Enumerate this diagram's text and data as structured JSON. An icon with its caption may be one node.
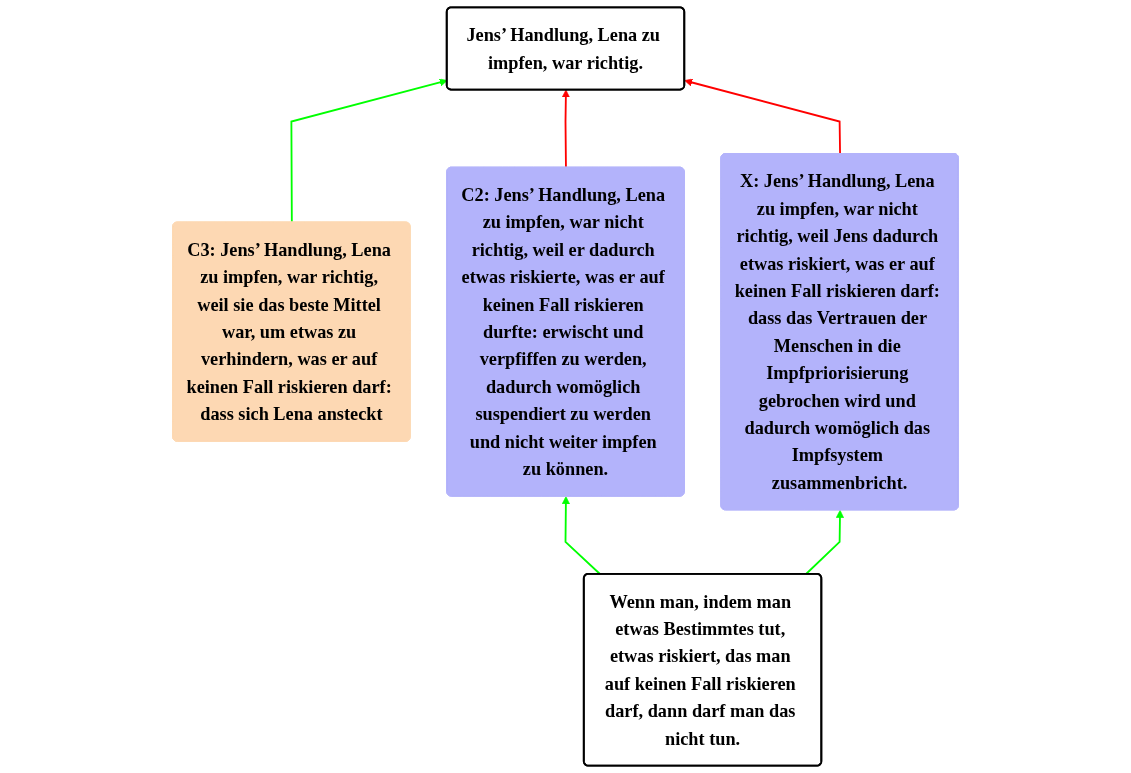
{
  "diagram": {
    "nodes": [
      {
        "text": [
          "Jens’ Handlung, Lena zu impfen, war richtig."
        ]
      },
      {
        "text": [
          "C3: Jens’ Handlung, Lena zu impfen, war richtig, weil sie das beste Mittel war, um etwas zu verhindern, was er auf keinen Fall riskieren darf: dass sich Lena ansteckt"
        ]
      },
      {
        "text": [
          "C2: Jens’ Handlung, Lena zu impfen, war nicht richtig, weil er dadurch etwas riskierte, was er auf keinen Fall riskieren durfte: erwischt und verpfiffen zu werden, dadurch womöglich suspendiert zu werden und nicht weiter impfen zu können."
        ]
      },
      {
        "text": [
          "X: Jens’ Handlung, Lena zu impfen, war nicht richtig, weil Jens dadurch etwas riskiert, was er auf keinen Fall riskieren darf: dass das Vertrauen der Menschen in die Impfpriorisierung gebrochen wird und dadurch womöglich das Impfsystem zusammenbricht."
        ]
      },
      {
        "text": [
          "Wenn man, indem man etwas Bestimmtes tut, etwas riskiert, das man auf keinen Fall riskieren darf, dann darf man das nicht tun."
        ]
      }
    ],
    "edges": [
      {
        "from": 1,
        "to": 0,
        "arrow": "to",
        "color": "#00ff00"
      },
      {
        "from": 2,
        "to": 0,
        "arrow": "to",
        "color": "#ff0000"
      },
      {
        "from": 3,
        "to": 0,
        "arrow": "to",
        "color": "#ff0000"
      },
      {
        "from": 4,
        "to": 2,
        "arrow": "to",
        "color": "#00ff00"
      },
      {
        "from": 4,
        "to": 3,
        "arrow": "to",
        "color": "#00ff00"
      }
    ]
  }
}
